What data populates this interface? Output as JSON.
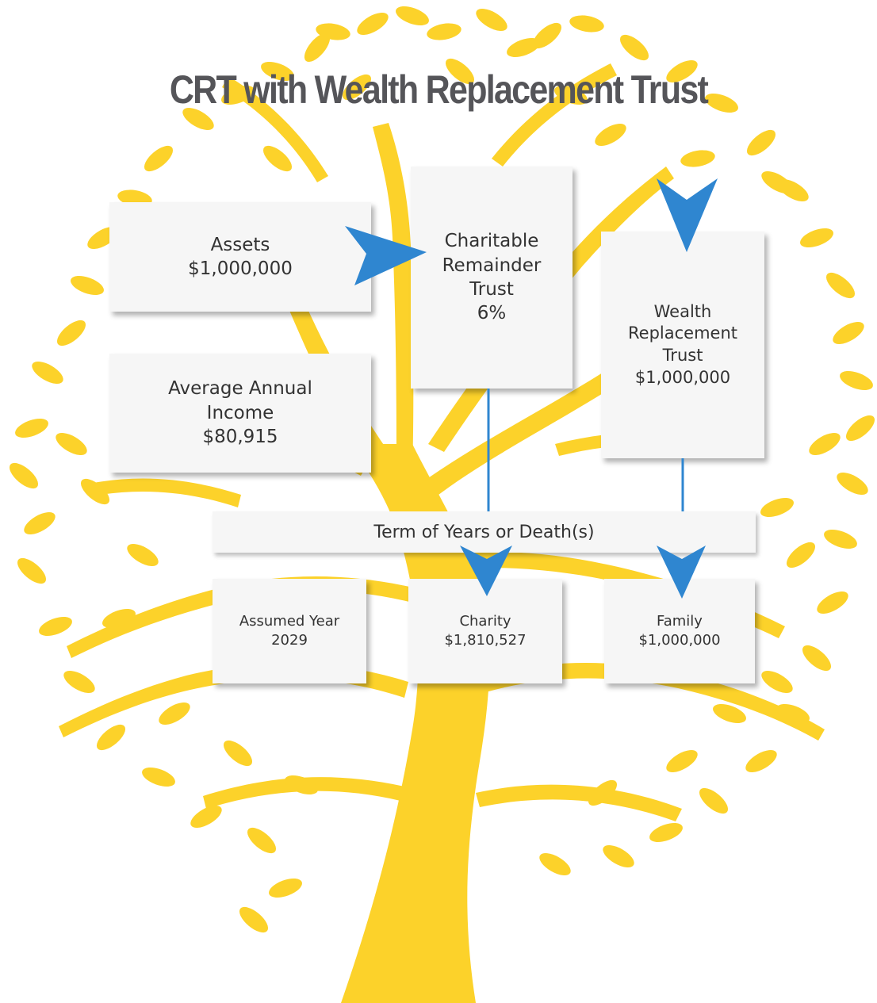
{
  "title": "CRT with Wealth Replacement Trust",
  "boxes": {
    "assets": {
      "lines": [
        "Assets",
        "$1,000,000"
      ]
    },
    "crt": {
      "lines": [
        "Charitable",
        "Remainder",
        "Trust",
        "6%"
      ]
    },
    "wrt": {
      "lines": [
        "Wealth",
        "Replacement",
        "Trust",
        "$1,000,000"
      ]
    },
    "income": {
      "lines": [
        "Average Annual",
        "Income",
        "$80,915"
      ]
    },
    "term": {
      "label": "Term of Years or Death(s)"
    },
    "assumed_year": {
      "lines": [
        "Assumed Year",
        "2029"
      ]
    },
    "charity": {
      "lines": [
        "Charity",
        "$1,810,527"
      ]
    },
    "family": {
      "lines": [
        "Family",
        "$1,000,000"
      ]
    }
  },
  "colors": {
    "tree": "#fcd22a",
    "arrow": "#2f86d0",
    "box": "#f6f6f6",
    "title": "#555559"
  },
  "icons": [
    "tree-illustration",
    "arrow-right-icon",
    "arrow-down-icon"
  ]
}
